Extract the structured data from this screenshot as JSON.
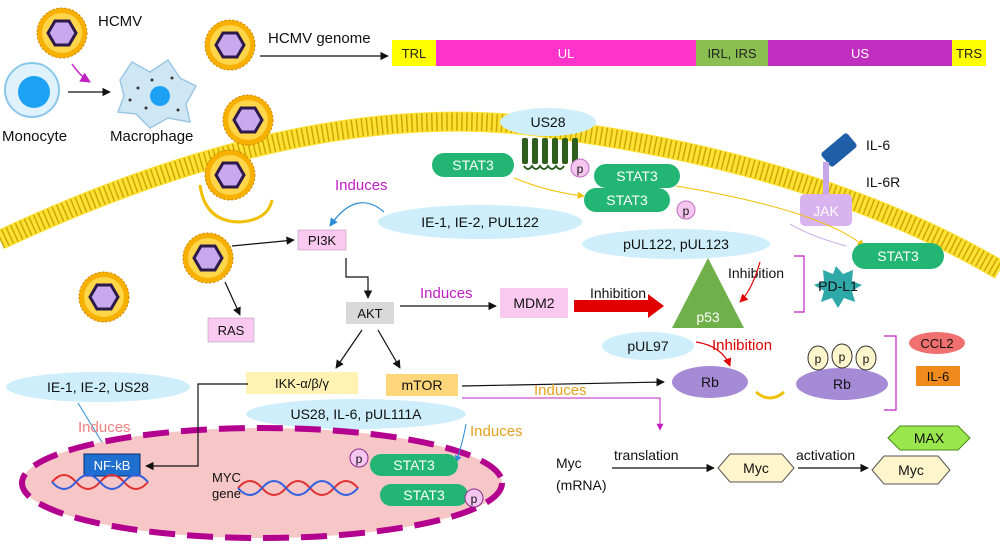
{
  "virus": {
    "label": "HCMV"
  },
  "cells": {
    "monocyte": "Monocyte",
    "macrophage": "Macrophage"
  },
  "genome": {
    "label": "HCMV genome",
    "segments": [
      {
        "label": "TRL",
        "color": "#ffff00",
        "text_color": "#222222"
      },
      {
        "label": "UL",
        "color": "#ff33cc",
        "text_color": "#ffffff"
      },
      {
        "label": "IRL, IRS",
        "color": "#8cbf52",
        "text_color": "#222222"
      },
      {
        "label": "US",
        "color": "#c02fc0",
        "text_color": "#ffffff"
      },
      {
        "label": "TRS",
        "color": "#ffff00",
        "text_color": "#222222"
      }
    ]
  },
  "membrane": {
    "receptor": "US28",
    "stat3": "STAT3",
    "phospho": "p",
    "il6": "IL-6",
    "il6r": "IL-6R",
    "jak": "JAK"
  },
  "pathway": {
    "induces": "Induces",
    "viral_proteins_1": "IE-1, IE-2, PUL122",
    "pi3k": "PI3K",
    "ras": "RAS",
    "akt": "AKT",
    "mdm2": "MDM2",
    "inhibition": "Inhibition",
    "p53": "p53",
    "pul122_123": "pUL122, pUL123",
    "pdl1": "PD-L1",
    "pul97": "pUL97",
    "rb": "Rb",
    "ccl2": "CCL2",
    "il6": "IL-6",
    "ikk": "IKK-α/β/γ",
    "mtor": "mTOR",
    "viral_proteins_2": "IE-1, IE-2, US28",
    "viral_proteins_3": "US28, IL-6, pUL111A",
    "nfkb": "NF-kB",
    "myc_gene": "MYC\ngene",
    "myc_mrna": "Myc\n(mRNA)",
    "translation": "translation",
    "activation": "activation",
    "myc": "Myc",
    "max": "MAX"
  },
  "colors": {
    "membrane": "#ffe033",
    "stat3": "#22b573",
    "bubble": "#cdeefa",
    "pink_box": "#f9c9ef",
    "p53": "#6fb04a",
    "rb": "#a58bd6",
    "nucleus": "#f7c7c7",
    "nucleus_border": "#b3008f",
    "induces_magenta": "#c020c0",
    "induces_orange": "#e6a020",
    "inhibition_red": "#e00000",
    "ccl2": "#f07070",
    "il6_box": "#f08a1c",
    "jak": "#d9b3ee",
    "nfkb": "#1f6fd1",
    "myc": "#fff5cc",
    "max": "#9ae64d",
    "pdl1": "#2fa8a8"
  }
}
